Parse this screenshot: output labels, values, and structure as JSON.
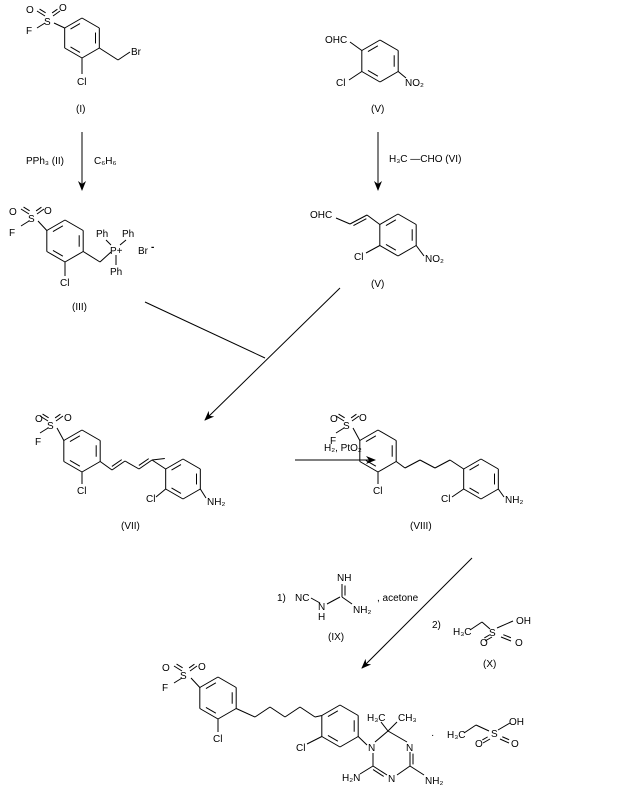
{
  "compounds": {
    "I": {
      "label": "(I)",
      "o1": "O",
      "o2": "O",
      "s": "S",
      "f": "F",
      "cl": "Cl",
      "br": "Br"
    },
    "III": {
      "label": "(III)",
      "o1": "O",
      "o2": "O",
      "s": "S",
      "f": "F",
      "cl": "Cl",
      "p": "P+",
      "ph1": "Ph",
      "ph2": "Ph",
      "ph3": "Ph",
      "br": "Br",
      "charge": "-"
    },
    "V": {
      "label": "(V)",
      "ohc": "OHC",
      "cl": "Cl",
      "no2": "NO₂"
    },
    "V2": {
      "label": "(V)",
      "ohc": "OHC",
      "cl": "Cl",
      "no2": "NO₂"
    },
    "VII": {
      "label": "(VII)",
      "o1": "O",
      "o2": "O",
      "s": "S",
      "f": "F",
      "cl1": "Cl",
      "cl2": "Cl",
      "nh2": "NH₂"
    },
    "VIII": {
      "label": "(VIII)",
      "o1": "O",
      "o2": "O",
      "s": "S",
      "f": "F",
      "cl1": "Cl",
      "cl2": "Cl",
      "nh2": "NH₂"
    },
    "IX": {
      "label": "(IX)",
      "nc": "NC",
      "n": "N",
      "h": "H",
      "nh": "NH",
      "nh2": "NH₂"
    },
    "X": {
      "label": "(X)",
      "h3c": "H₃C",
      "s": "S",
      "oh": "OH",
      "o1": "O",
      "o2": "O"
    },
    "product": {
      "o1": "O",
      "o2": "O",
      "s": "S",
      "f": "F",
      "cl1": "Cl",
      "cl2": "Cl",
      "n1": "N",
      "n3": "N",
      "n5": "N",
      "me1": "H₃C",
      "me2": "CH₃",
      "nh2a": "H₂N",
      "nh2b": "NH₂",
      "dot": "·",
      "salt_h3c": "H₃C",
      "salt_s": "S",
      "salt_oh": "OH",
      "salt_o1": "O",
      "salt_o2": "O"
    }
  },
  "reagents": {
    "step1_a": "PPh₃  (II)",
    "step1_b": "C₆H₆",
    "step2": "H₃C —CHO   (VI)",
    "step4": "H₂, PtO₂",
    "step5_num1": "1)",
    "step5_acetone": ", acetone",
    "step5_num2": "2)"
  }
}
